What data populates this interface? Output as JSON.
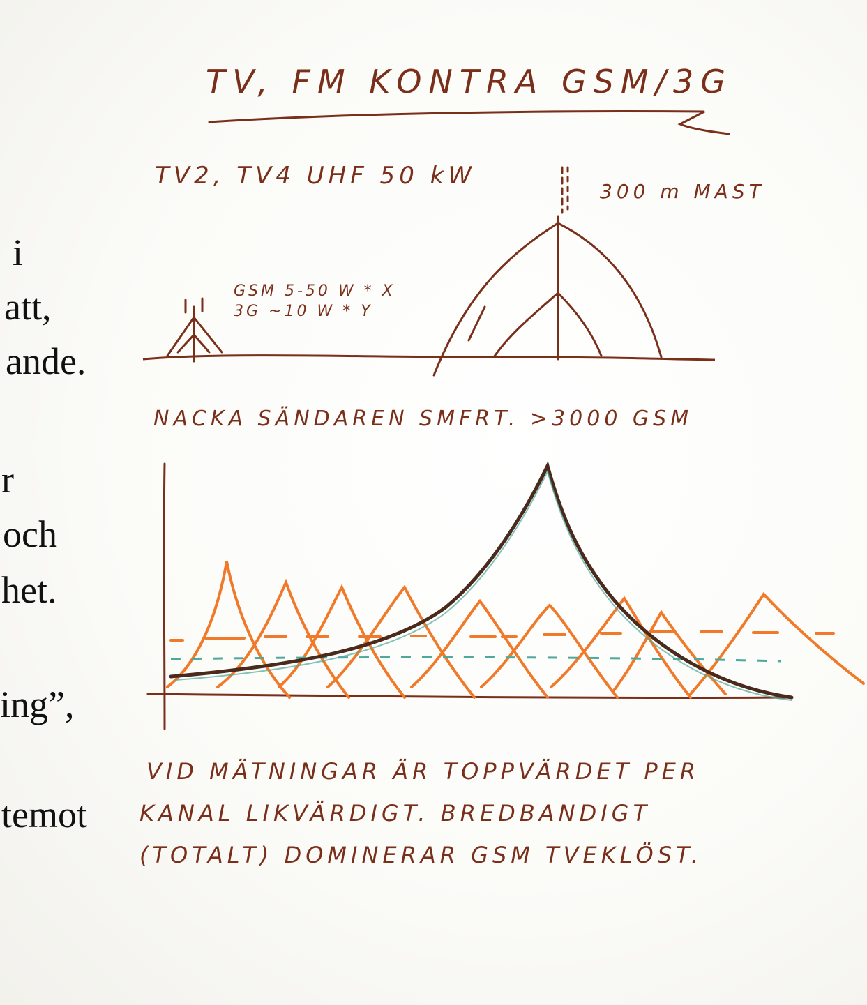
{
  "slide_text": [
    "i",
    "att,",
    "ande.",
    "r",
    "och",
    "het.",
    "ing”,",
    "temot"
  ],
  "whiteboard": {
    "title": "TV, FM KONTRA GSM/3G",
    "uhf_line": "TV2, TV4 UHF 50 kW",
    "mast_label": "300 m MAST",
    "gsm_specs": [
      "GSM 5-50 W * X",
      "3G ~10 W * Y"
    ],
    "nacka_line": "NACKA SÄNDAREN SMFRT. >3000 GSM",
    "footer_lines": [
      "VID MÄTNINGAR ÄR TOPPVÄRDET PER",
      "KANAL LIKVÄRDIGT. BREDBANDIGT",
      "(TOTALT) DOMINERAR GSM TVEKLÖST."
    ]
  },
  "colors": {
    "ink_brown": "#7a2f1b",
    "ink_orange": "#f07a2a",
    "ink_dark": "#4a2a1c",
    "ink_teal": "#4fa89a"
  }
}
